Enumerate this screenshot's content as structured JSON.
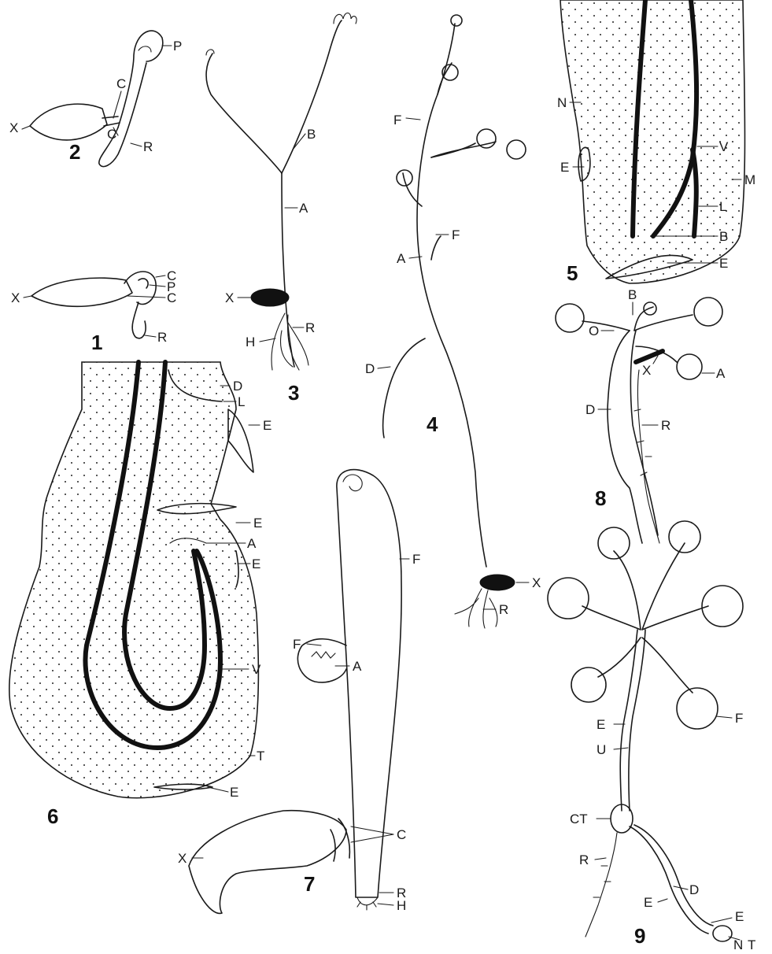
{
  "figures": [
    {
      "id": "fig1",
      "number": "1",
      "labels": [
        "X",
        "C",
        "C",
        "P",
        "R"
      ]
    },
    {
      "id": "fig2",
      "number": "2",
      "labels": [
        "X",
        "C",
        "C",
        "P",
        "R"
      ]
    },
    {
      "id": "fig3",
      "number": "3",
      "labels": [
        "B",
        "A",
        "X",
        "R",
        "H"
      ]
    },
    {
      "id": "fig4",
      "number": "4",
      "labels": [
        "F",
        "F",
        "A",
        "D",
        "X",
        "R"
      ]
    },
    {
      "id": "fig5",
      "number": "5",
      "labels": [
        "N",
        "E",
        "V",
        "M",
        "L",
        "B",
        "E"
      ]
    },
    {
      "id": "fig6",
      "number": "6",
      "labels": [
        "D",
        "L",
        "E",
        "E",
        "A",
        "E",
        "V",
        "T",
        "E"
      ]
    },
    {
      "id": "fig7",
      "number": "7",
      "labels": [
        "F",
        "F",
        "A",
        "C",
        "X",
        "R",
        "H"
      ]
    },
    {
      "id": "fig8",
      "number": "8",
      "labels": [
        "B",
        "O",
        "X",
        "A",
        "D",
        "R"
      ]
    },
    {
      "id": "fig9",
      "number": "9",
      "labels": [
        "F",
        "E",
        "U",
        "CT",
        "R",
        "E",
        "D",
        "E",
        "N",
        "T"
      ]
    }
  ]
}
